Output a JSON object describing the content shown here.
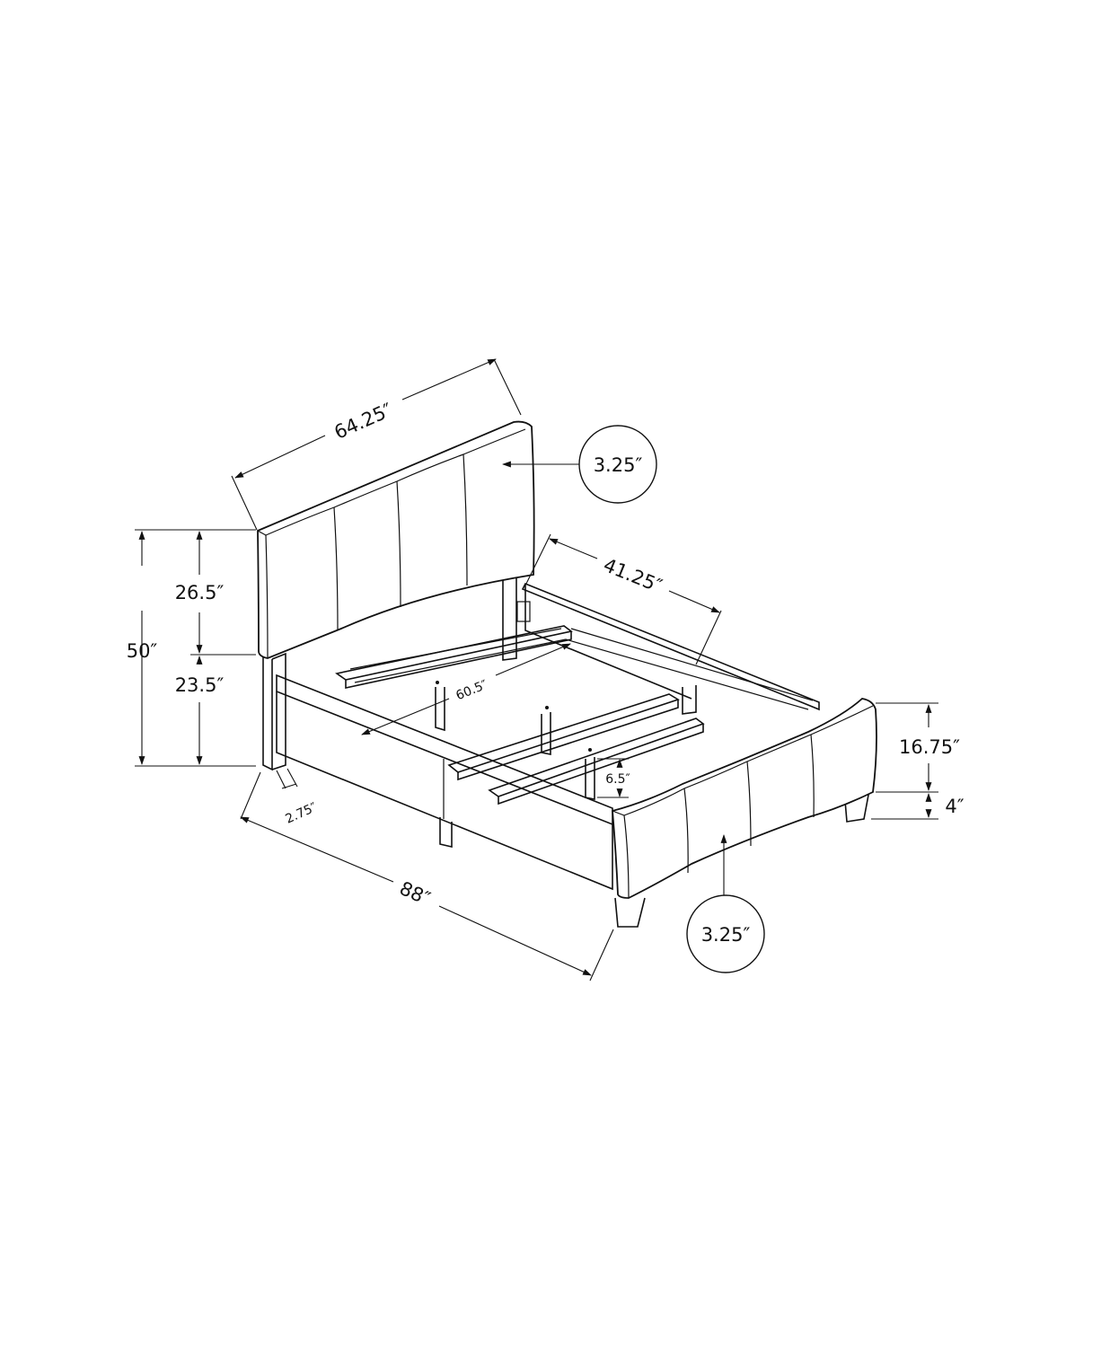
{
  "diagram": {
    "subject": "Upholstered bed frame with headboard, footboard, side rails and center slats",
    "background": "#ffffff",
    "line_color": "#111111",
    "dimensions": {
      "headboard_width": "64.25″",
      "headboard_thickness": "3.25″",
      "overall_height": "50″",
      "headboard_panel_height": "26.5″",
      "headboard_leg_height": "23.5″",
      "leg_width": "2.75″",
      "inner_width": "41.25″",
      "inner_length": "60.5″",
      "center_leg_height": "6.5″",
      "footboard_height": "16.75″",
      "footboard_leg_height": "4″",
      "overall_length": "88″",
      "footboard_thickness": "3.25″"
    }
  }
}
